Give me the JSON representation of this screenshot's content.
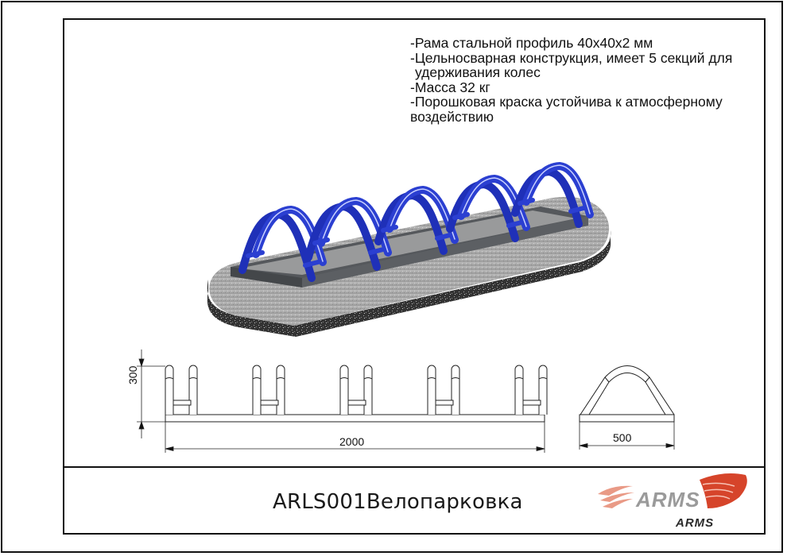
{
  "sheet": {
    "title_block": {
      "product_code": "ARLS001",
      "product_name": "Велопарковка",
      "full_title": "ARLS001Велопарковка"
    },
    "specifications": [
      "-Рама стальной профиль 40х40х2 мм",
      "-Цельносварная конструкция, имеет 5 секций для",
      " удерживания колес",
      "-Масса 32 кг",
      "-Порошковая краска устойчива к атмосферному",
      "воздействию"
    ],
    "dimensions": {
      "height": "300",
      "length": "2000",
      "width": "500",
      "sections": 5
    },
    "logos": [
      {
        "text": "ARMS",
        "style": "large-gradient-with-swoosh"
      },
      {
        "text": "ARMS",
        "style": "small-dark"
      }
    ],
    "colors": {
      "frame_blue": "#2b3fd1",
      "base_gray": "#a9a9a9",
      "base_edge": "#3a3a3a",
      "profile_dark": "#55585c",
      "logo_red": "#d6442a",
      "logo_gray": "#9a9a9a",
      "logo_dark": "#2a2a2a"
    }
  }
}
